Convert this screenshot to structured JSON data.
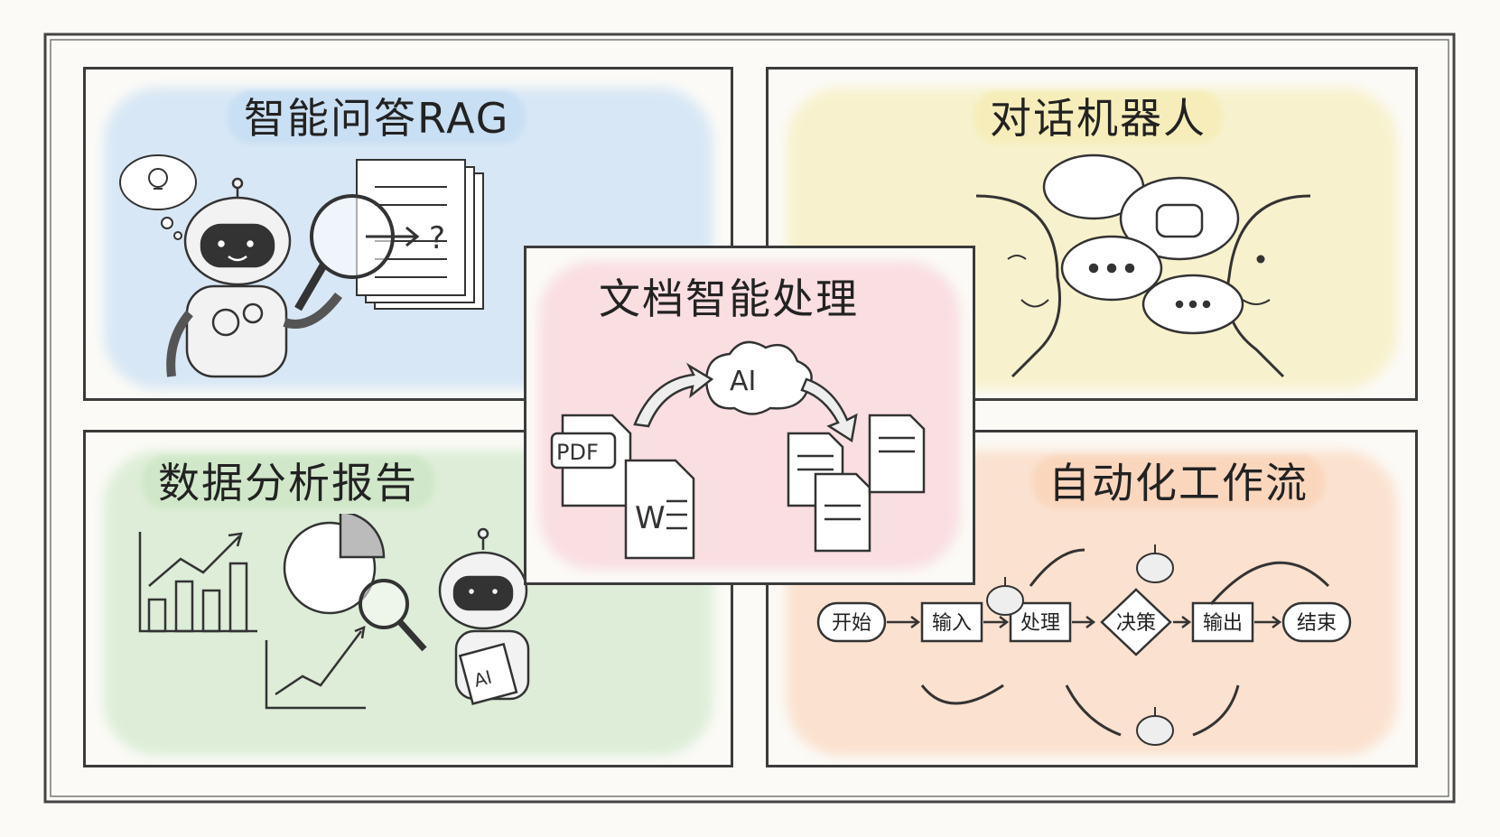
{
  "panels": {
    "rag": {
      "title": "智能问答RAG",
      "color": "#cfe3f5",
      "highlight": "#a9cdee"
    },
    "chatbot": {
      "title": "对话机器人",
      "color": "#f7f0c4",
      "highlight": "#f2e38a"
    },
    "doc": {
      "title": "文档智能处理",
      "color": "#f9d8de",
      "highlight": "#f4b6c1",
      "ai_label": "AI",
      "pdf_label": "PDF",
      "word_label": "W"
    },
    "data": {
      "title": "数据分析报告",
      "color": "#d6ebd0",
      "highlight": "#b3dba6",
      "robot_label": "AI"
    },
    "workflow": {
      "title": "自动化工作流",
      "color": "#fbdcc6",
      "highlight": "#f7bd92",
      "steps": [
        "开始",
        "输入",
        "处理",
        "决策",
        "输出",
        "结束"
      ]
    }
  },
  "icons": [
    "lightbulb-icon",
    "robot-icon",
    "magnifier-icon",
    "document-icon",
    "speech-bubble-icon",
    "face-icon",
    "brain-icon",
    "chart-icon",
    "pie-chart-icon",
    "arrow-icon"
  ]
}
